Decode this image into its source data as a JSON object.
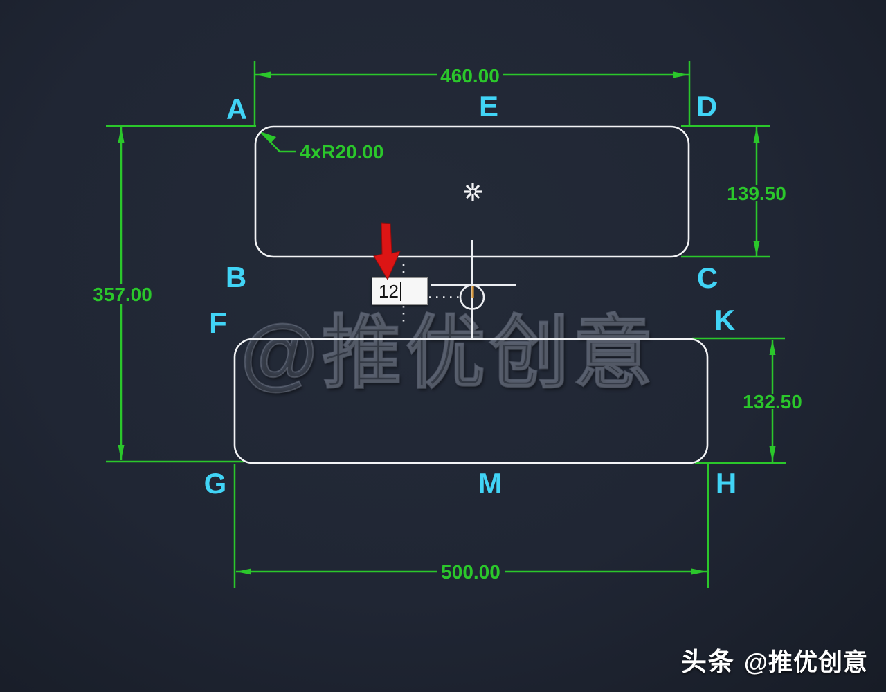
{
  "drawing": {
    "dimensions": {
      "top_width": "460.00",
      "right_top_height": "139.50",
      "left_overall_height": "357.00",
      "right_bottom_height": "132.50",
      "bottom_width": "500.00",
      "fillet_note": "4xR20.00"
    },
    "point_labels": {
      "A": "A",
      "B": "B",
      "C": "C",
      "D": "D",
      "E": "E",
      "F": "F",
      "G": "G",
      "H": "H",
      "K": "K",
      "M": "M"
    }
  },
  "dynamic_input": {
    "value": "12"
  },
  "watermark": {
    "text": "@推优创意"
  },
  "footer": {
    "brand": "头条",
    "handle": "@推优创意"
  },
  "colors": {
    "background": "#202634",
    "dimension_green": "#2bc72b",
    "label_cyan": "#41d4f6",
    "geometry_white": "#f3f4f6",
    "cursor_arrow_red": "#dc1515",
    "snap_tick_amber": "#d89a3e",
    "input_background": "#f7f7f7",
    "input_text": "#141414",
    "watermark_gray": "#7d8799",
    "footer_text": "#ffffff"
  }
}
